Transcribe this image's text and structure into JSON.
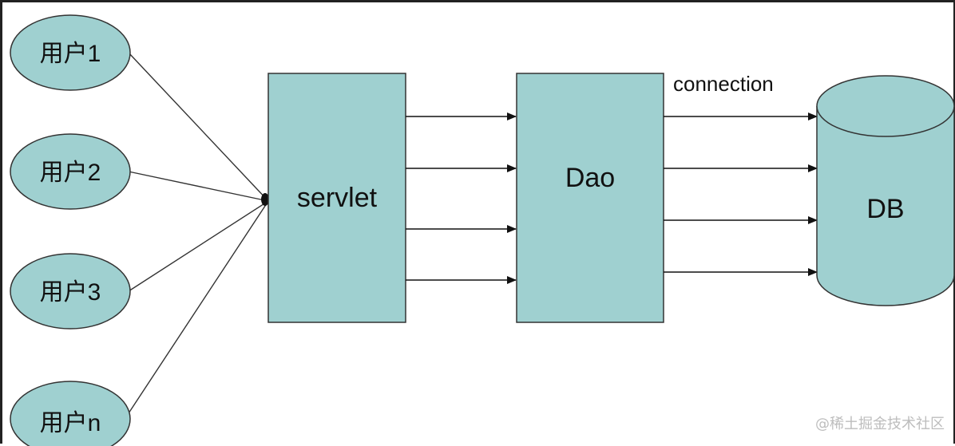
{
  "diagram": {
    "users": [
      {
        "label": "用户1"
      },
      {
        "label": "用户2"
      },
      {
        "label": "用户3"
      },
      {
        "label": "用户n"
      }
    ],
    "servlet": {
      "label": "servlet"
    },
    "dao": {
      "label": "Dao"
    },
    "db": {
      "label": "DB"
    },
    "connection_label": "connection",
    "servlet_to_dao_arrows": 4,
    "dao_to_db_arrows": 4,
    "colors": {
      "fill": "#9fd0d0",
      "stroke": "#333333",
      "edge": "#333333"
    }
  },
  "watermark": "@稀土掘金技术社区"
}
